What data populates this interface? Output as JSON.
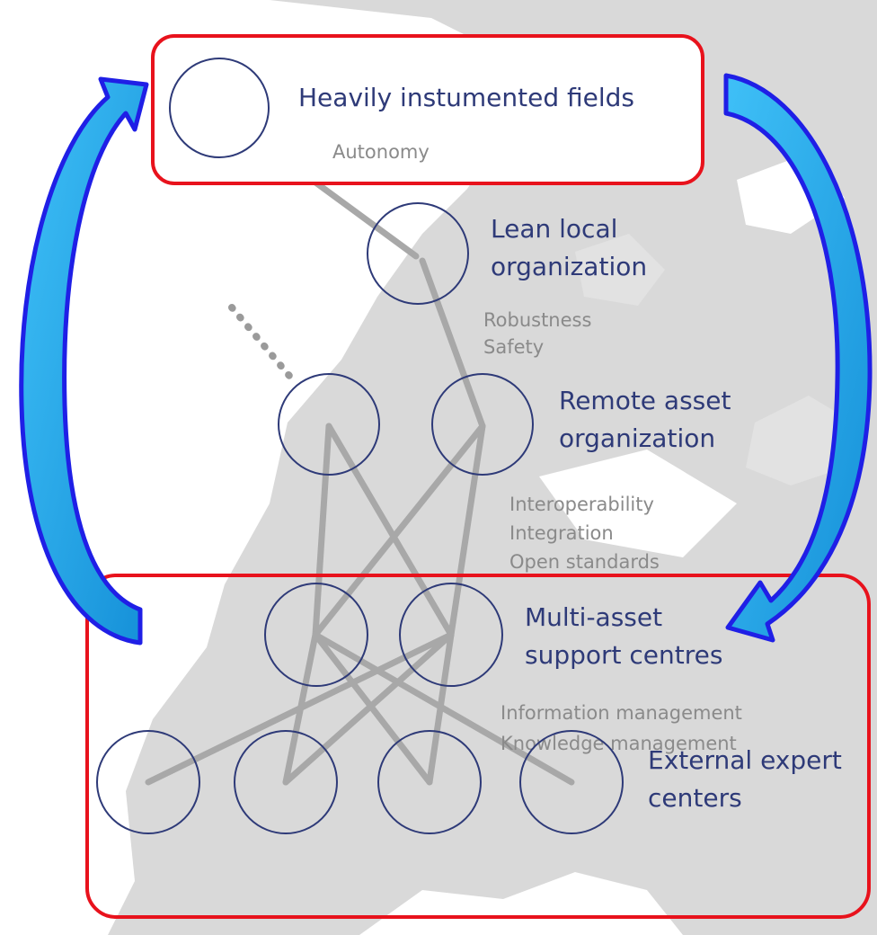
{
  "tiers": {
    "fields": {
      "title": "Heavily instumented fields",
      "qualities": [
        "Autonomy"
      ]
    },
    "lean_local": {
      "title_lines": [
        "Lean local",
        "organization"
      ],
      "qualities": [
        "Robustness",
        "Safety"
      ]
    },
    "remote_asset": {
      "title_lines": [
        "Remote asset",
        "organization"
      ],
      "qualities": [
        "Interoperability",
        "Integration",
        "Open standards"
      ]
    },
    "multi_asset": {
      "title_lines": [
        "Multi-asset",
        "support centres"
      ],
      "qualities": [
        "Information management",
        "Knowledge management"
      ]
    },
    "external": {
      "title_lines": [
        "External expert",
        "centers"
      ]
    }
  },
  "colors": {
    "frame_red": "#e8121c",
    "arrow_outline": "#1f1fe6",
    "arrow_fill": "#29a8f0",
    "map_land": "#d9d9d9",
    "link_lines": "#a8a8a8",
    "title_text": "#2e3a78",
    "quality_text": "#8a8a8a"
  },
  "icons": {
    "platform": "offshore-platform-icon",
    "meeting": "meeting-room-icon",
    "presenter": "presenter-room-icon"
  }
}
